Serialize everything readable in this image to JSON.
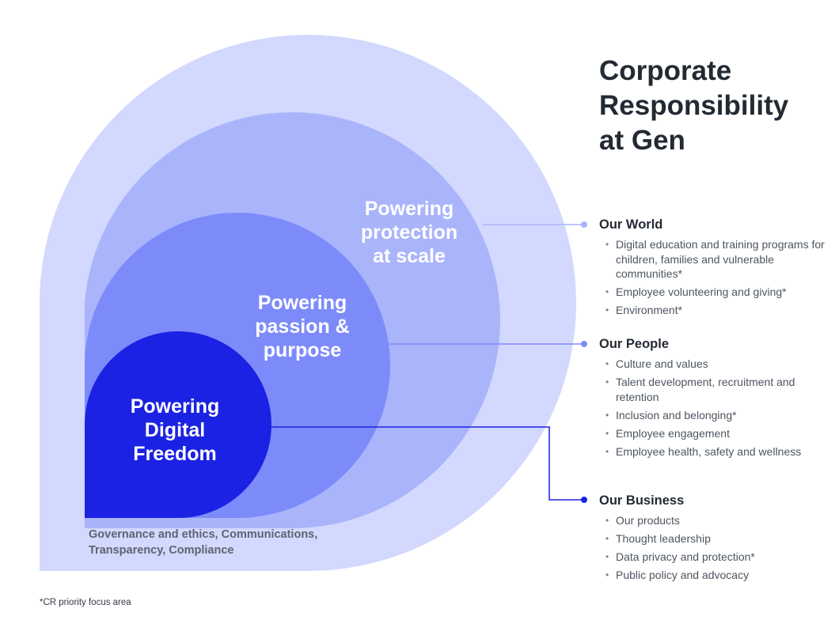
{
  "title": {
    "line1": "Corporate",
    "line2": "Responsibility",
    "line3": "at Gen"
  },
  "rings": [
    {
      "id": "outer",
      "lines": [
        "Powering",
        "protection",
        "at scale"
      ],
      "color": "#d3d8fe"
    },
    {
      "id": "second",
      "lines": [
        "Powering",
        "passion &",
        "purpose"
      ],
      "color": "#a9b4fb"
    },
    {
      "id": "third",
      "lines": [
        "Powering",
        "Digital",
        "Freedom"
      ],
      "color": "#7d8bfa"
    },
    {
      "id": "core",
      "color": "#1b22e3"
    }
  ],
  "sections": [
    {
      "title": "Our World",
      "items": [
        "Digital education and training programs for children, families and vulnerable communities*",
        "Employee volunteering and giving*",
        "Environment*"
      ]
    },
    {
      "title": "Our People",
      "items": [
        "Culture and values",
        "Talent development, recruitment and retention",
        "Inclusion and belonging*",
        "Employee engagement",
        "Employee health, safety and wellness"
      ]
    },
    {
      "title": "Our Business",
      "items": [
        "Our products",
        "Thought leadership",
        "Data privacy and protection*",
        "Public policy and advocacy"
      ]
    }
  ],
  "governance": "Governance and ethics, Communications, Transparency, Compliance",
  "footnote": "*CR priority focus area",
  "colors": {
    "connector_world": "#a9b4fb",
    "connector_people": "#7d8bfa",
    "connector_business": "#1b22e3",
    "title_text": "#232a33"
  }
}
